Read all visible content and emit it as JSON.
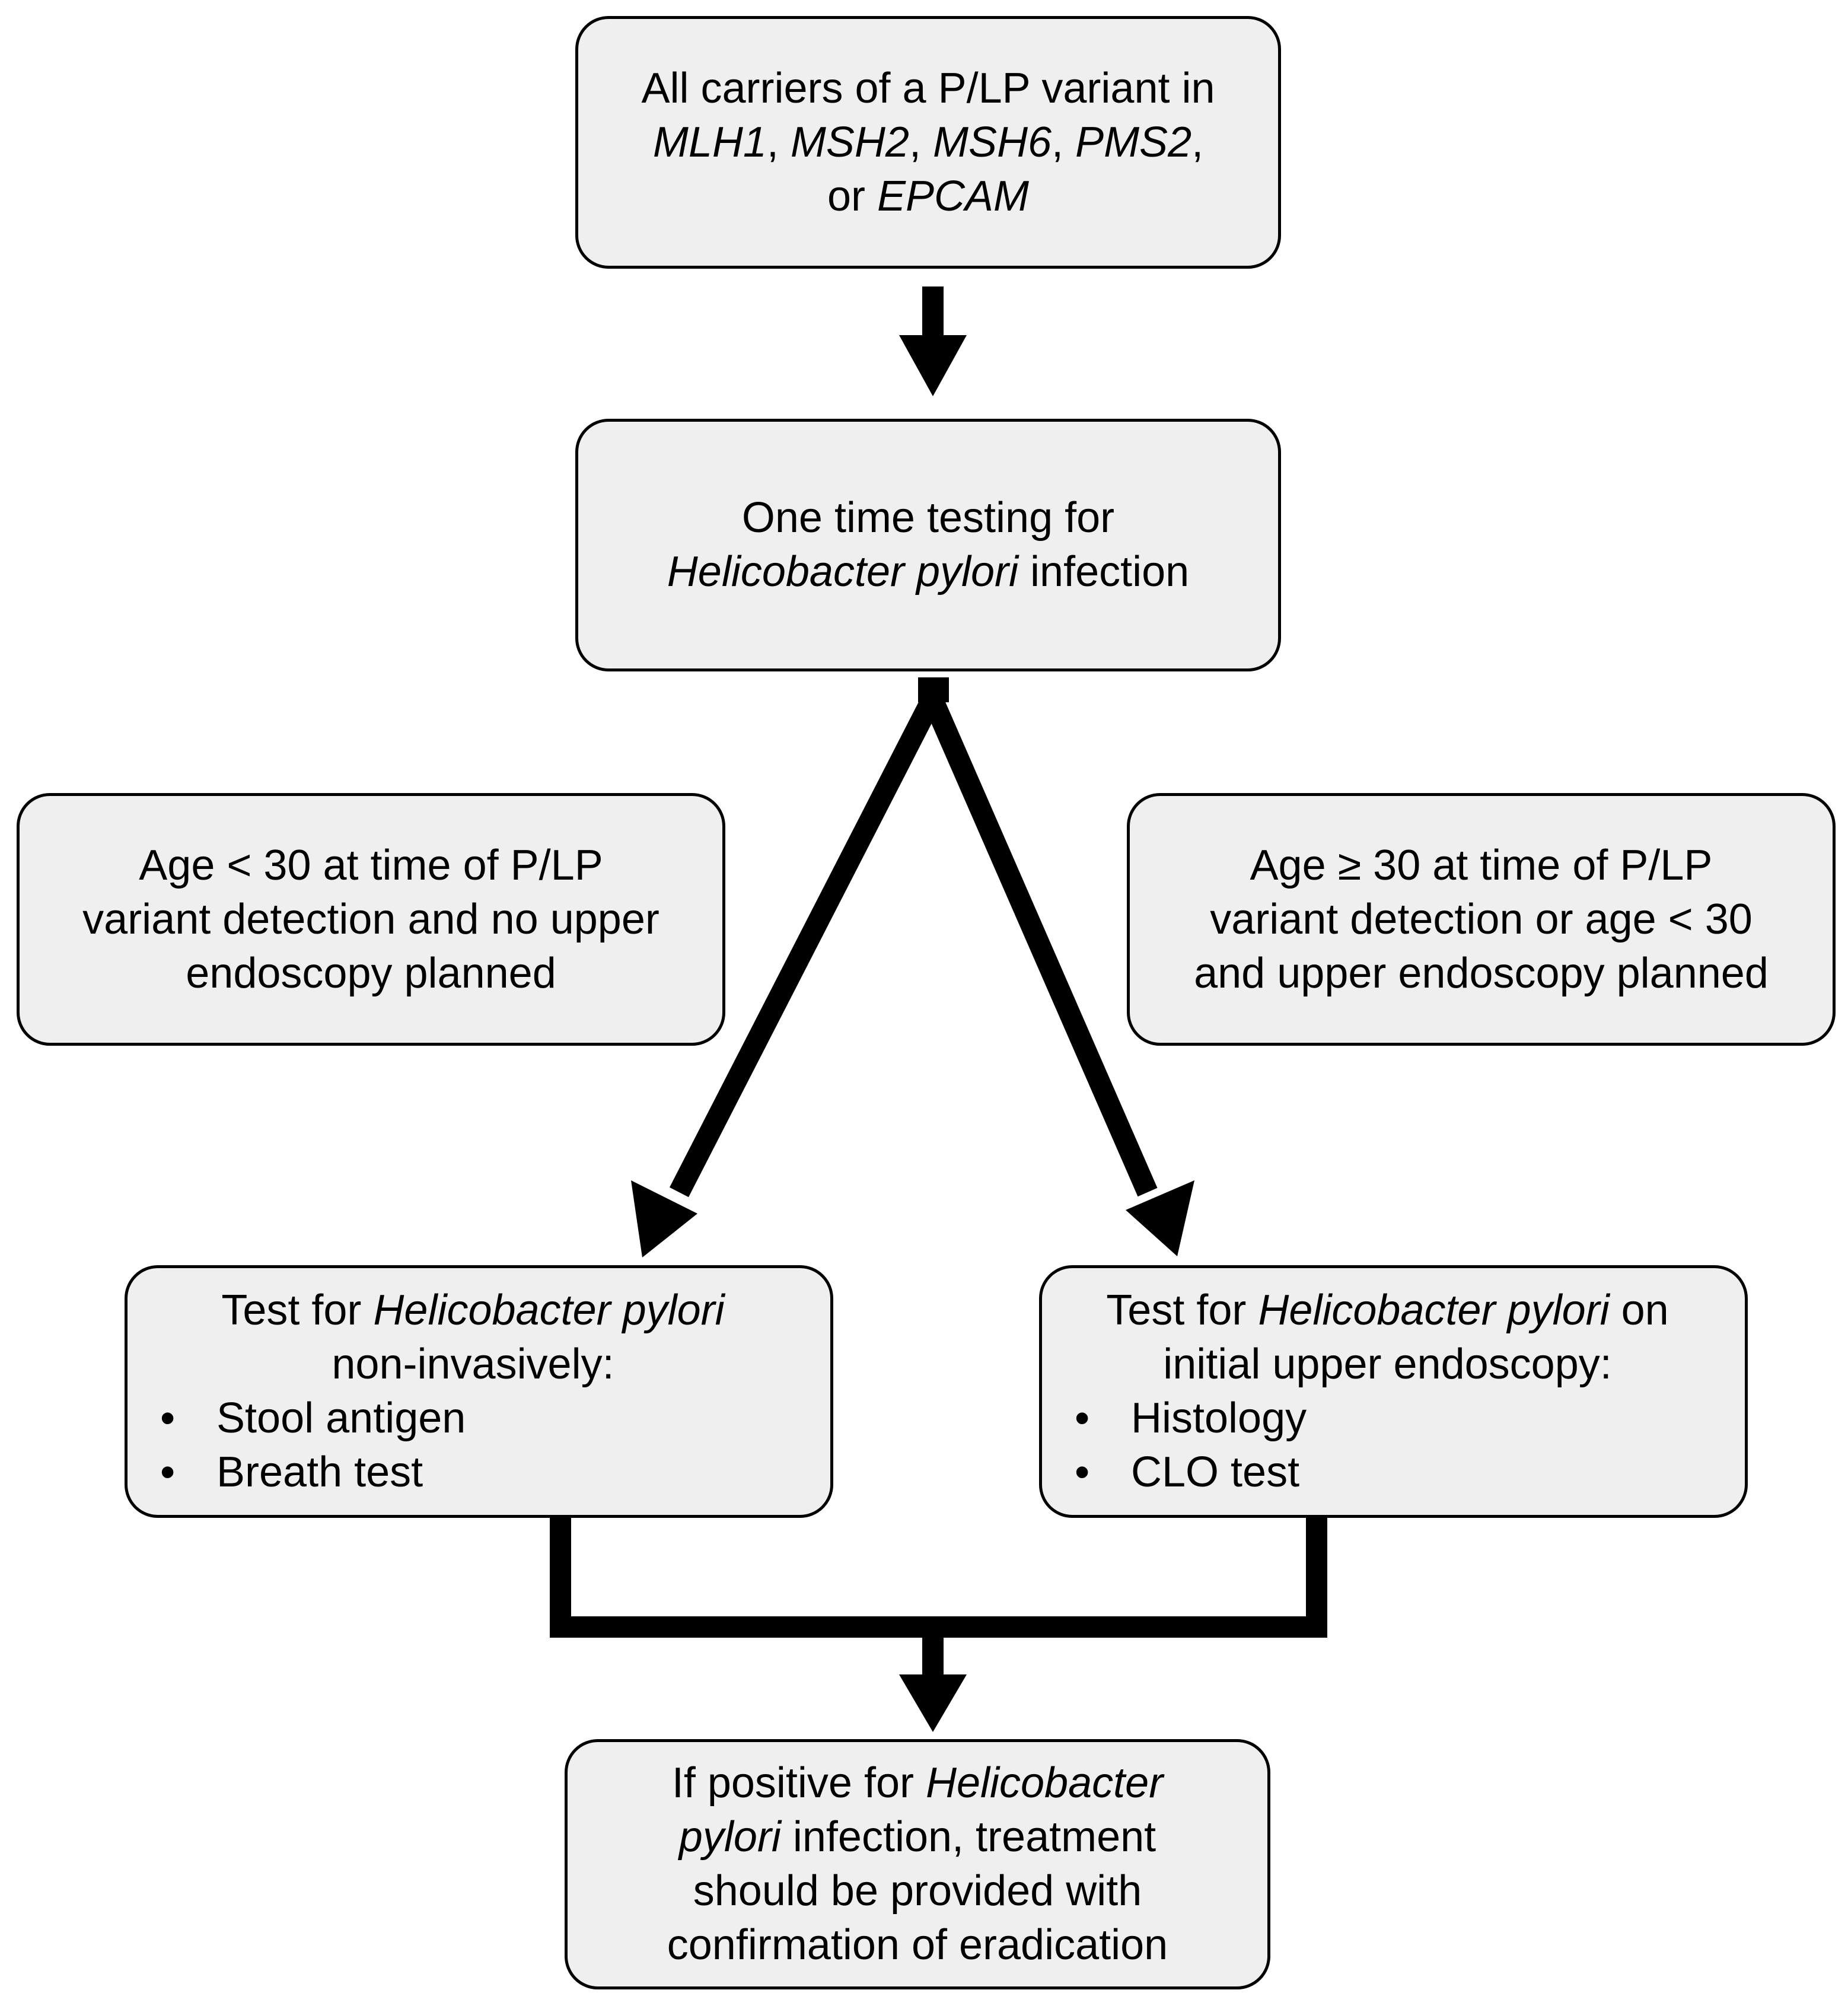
{
  "nodes": {
    "carriers": {
      "line1": "All carriers of a P/LP variant in",
      "genes": [
        "MLH1",
        "MSH2",
        "MSH6",
        "PMS2"
      ],
      "sep": ", ",
      "tail": ",",
      "line3_prefix": "or ",
      "line3_gene": "EPCAM"
    },
    "testing": {
      "line1": "One time testing for",
      "organism": "Helicobacter pylori",
      "line2_suffix": " infection"
    },
    "age_under_30": {
      "lines": [
        "Age < 30 at time of P/LP",
        "variant detection and no upper",
        "endoscopy planned"
      ]
    },
    "age_over_30": {
      "lines": [
        "Age ≥ 30 at time of P/LP",
        "variant detection or age < 30",
        "and upper endoscopy planned"
      ]
    },
    "noninvasive": {
      "prefix": "Test for ",
      "organism": "Helicobacter pylori",
      "line2": "non-invasively:",
      "bullet": "•",
      "items": [
        "Stool antigen",
        "Breath test"
      ]
    },
    "endoscopy": {
      "prefix": "Test for ",
      "organism": "Helicobacter pylori",
      "suffix": " on",
      "line2": "initial upper endoscopy:",
      "bullet": "•",
      "items": [
        "Histology",
        "CLO test"
      ]
    },
    "treatment": {
      "line1_prefix": "If positive for ",
      "line1_organism": "Helicobacter",
      "line2_organism": "pylori",
      "line2_suffix": " infection, treatment",
      "line3": "should be provided with",
      "line4": "confirmation of eradication"
    }
  },
  "colors": {
    "box_fill": "#efefef",
    "stroke": "#000000",
    "background": "#ffffff"
  }
}
